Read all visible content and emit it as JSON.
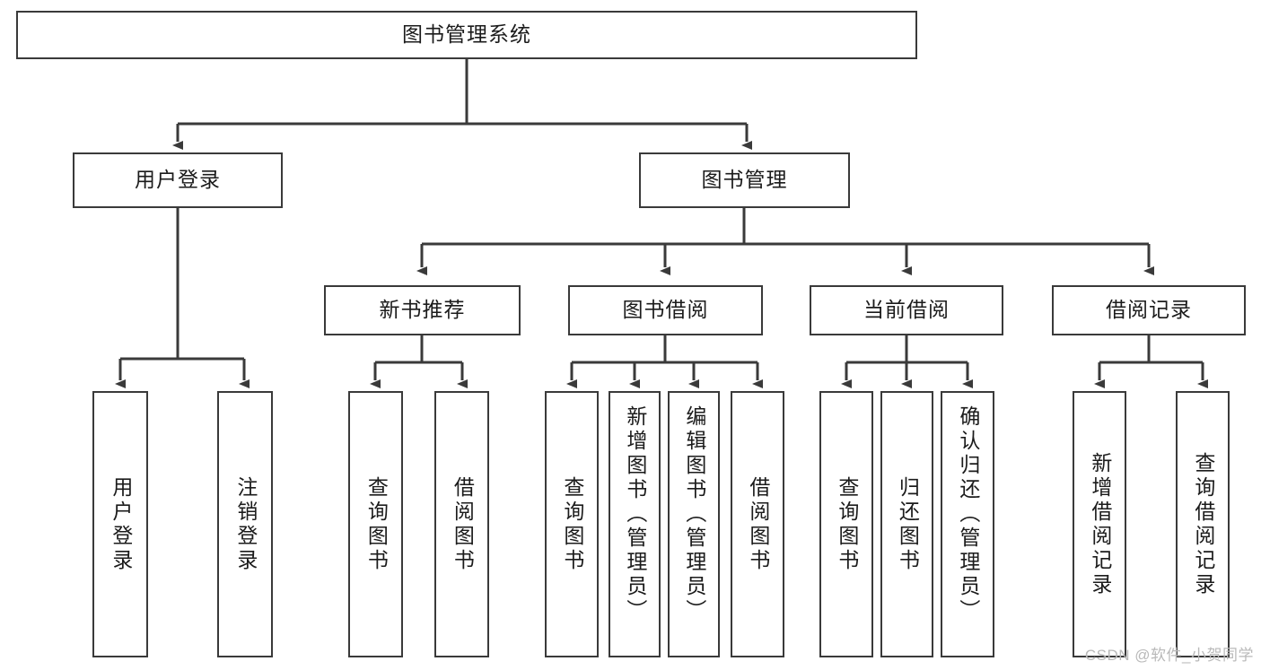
{
  "diagram": {
    "type": "tree-hierarchy",
    "title": "图书管理系统",
    "watermark": "CSDN @软件_小贺同学",
    "colors": {
      "box_border": "#3a3a3a",
      "box_fill": "#ffffff",
      "line": "#3a3a3a",
      "text": "#1b1b1b",
      "watermark": "#b9b9b9",
      "background": "#ffffff"
    },
    "levels": [
      {
        "level": 1,
        "nodes": [
          {
            "id": "root",
            "label": "图书管理系统",
            "orientation": "horizontal"
          }
        ]
      },
      {
        "level": 2,
        "nodes": [
          {
            "id": "login",
            "label": "用户登录",
            "orientation": "horizontal",
            "parent": "root"
          },
          {
            "id": "bookmgmt",
            "label": "图书管理",
            "orientation": "horizontal",
            "parent": "root"
          }
        ]
      },
      {
        "level": 3,
        "nodes": [
          {
            "id": "newbook",
            "label": "新书推荐",
            "orientation": "horizontal",
            "parent": "bookmgmt"
          },
          {
            "id": "borrow",
            "label": "图书借阅",
            "orientation": "horizontal",
            "parent": "bookmgmt"
          },
          {
            "id": "current",
            "label": "当前借阅",
            "orientation": "horizontal",
            "parent": "bookmgmt"
          },
          {
            "id": "records",
            "label": "借阅记录",
            "orientation": "horizontal",
            "parent": "bookmgmt"
          }
        ]
      },
      {
        "level": 4,
        "nodes": [
          {
            "id": "leaf1",
            "label": "用户登录",
            "orientation": "vertical",
            "parent": "login"
          },
          {
            "id": "leaf2",
            "label": "注销登录",
            "orientation": "vertical",
            "parent": "login"
          },
          {
            "id": "leaf3",
            "label": "查询图书",
            "orientation": "vertical",
            "parent": "newbook"
          },
          {
            "id": "leaf4",
            "label": "借阅图书",
            "orientation": "vertical",
            "parent": "newbook"
          },
          {
            "id": "leaf5",
            "label": "查询图书",
            "orientation": "vertical",
            "parent": "borrow"
          },
          {
            "id": "leaf6",
            "label": "新增图书（管理员）",
            "orientation": "vertical",
            "parent": "borrow"
          },
          {
            "id": "leaf7",
            "label": "编辑图书（管理员）",
            "orientation": "vertical",
            "parent": "borrow"
          },
          {
            "id": "leaf8",
            "label": "借阅图书",
            "orientation": "vertical",
            "parent": "borrow"
          },
          {
            "id": "leaf9",
            "label": "查询图书",
            "orientation": "vertical",
            "parent": "current"
          },
          {
            "id": "leaf10",
            "label": "归还图书",
            "orientation": "vertical",
            "parent": "current"
          },
          {
            "id": "leaf11",
            "label": "确认归还（管理员）",
            "orientation": "vertical",
            "parent": "current"
          },
          {
            "id": "leaf12",
            "label": "新增借阅记录",
            "orientation": "vertical",
            "parent": "records"
          },
          {
            "id": "leaf13",
            "label": "查询借阅记录",
            "orientation": "vertical",
            "parent": "records"
          }
        ]
      }
    ]
  }
}
